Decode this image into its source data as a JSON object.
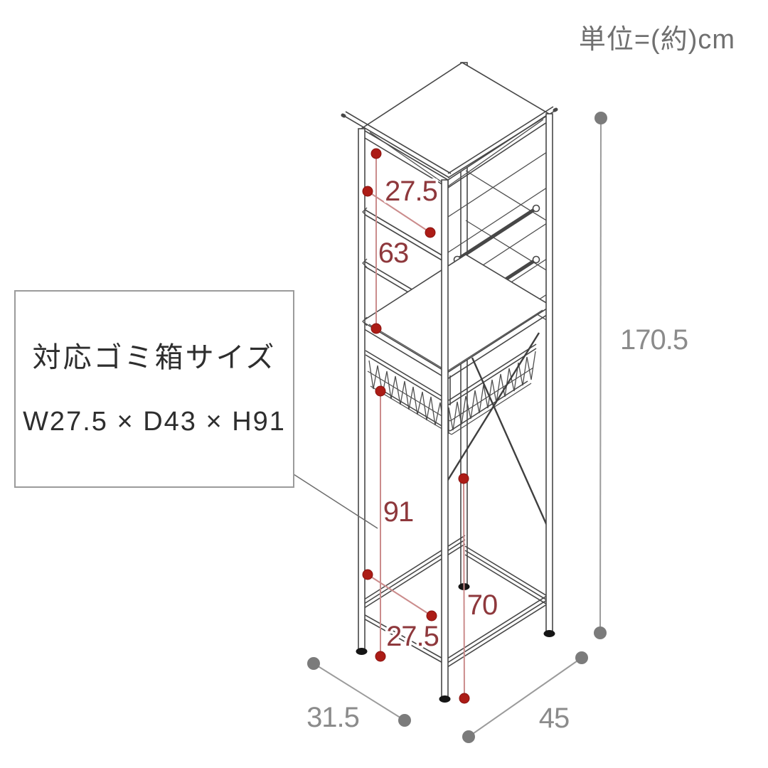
{
  "unit_label": "単位=(約)cm",
  "info_box": {
    "title": "対応ゴミ箱サイズ",
    "size_text": "W27.5 × D43 × H91"
  },
  "measurements": {
    "top_width": "27.5",
    "upper_section_height": "63",
    "bin_space_height": "91",
    "clearance_height": "70",
    "bottom_width": "27.5",
    "total_height": "170.5",
    "base_width": "31.5",
    "base_depth": "45"
  },
  "colors": {
    "red_dot": "#ac1c16",
    "red_text": "#8e383c",
    "red_line": "#cb8c8c",
    "gray_dot": "#7b7b7b",
    "gray_text": "#8b8b8b",
    "gray_line": "#9b9b9b",
    "line_art": "#474747"
  }
}
